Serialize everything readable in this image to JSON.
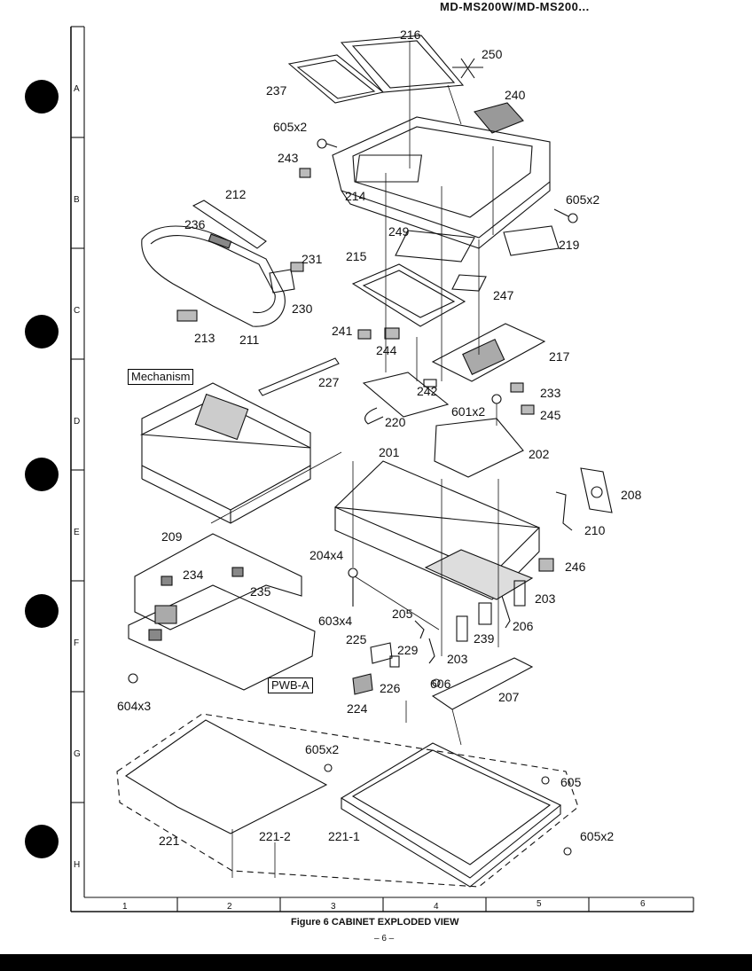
{
  "header": {
    "text": "MD-MS200W/MD-MS200..."
  },
  "grid": {
    "rows": [
      "A",
      "B",
      "C",
      "D",
      "E",
      "F",
      "G",
      "H"
    ],
    "cols": [
      "1",
      "2",
      "3",
      "4",
      "5",
      "6"
    ]
  },
  "callouts": {
    "p216": "216",
    "p250": "250",
    "p237": "237",
    "p240": "240",
    "p605x2_top": "605x2",
    "p243": "243",
    "p214": "214",
    "p605x2_right": "605x2",
    "p212": "212",
    "p236": "236",
    "p249": "249",
    "p219": "219",
    "p231": "231",
    "p215": "215",
    "p247": "247",
    "p230": "230",
    "p241": "241",
    "p213": "213",
    "p211": "211",
    "p244": "244",
    "p217": "217",
    "p227": "227",
    "p242": "242",
    "p233": "233",
    "p601x2": "601x2",
    "p220": "220",
    "p245": "245",
    "p201": "201",
    "p202": "202",
    "p208": "208",
    "p209": "209",
    "p210": "210",
    "p204x4": "204x4",
    "p234": "234",
    "p235": "235",
    "p246": "246",
    "p203a": "203",
    "p603x4": "603x4",
    "p205": "205",
    "p225": "225",
    "p239": "239",
    "p206": "206",
    "p229": "229",
    "p203b": "203",
    "p606": "606",
    "p226": "226",
    "p207": "207",
    "p224": "224",
    "p604x3": "604x3",
    "p605x2_bottom": "605x2",
    "p605": "605",
    "p221": "221",
    "p221_2": "221-2",
    "p221_1": "221-1",
    "p605x2_br": "605x2"
  },
  "labels": {
    "mechanism": "Mechanism",
    "pwb": "PWB-A"
  },
  "caption": "Figure 6 CABINET EXPLODED VIEW",
  "page_number": "– 6 –"
}
